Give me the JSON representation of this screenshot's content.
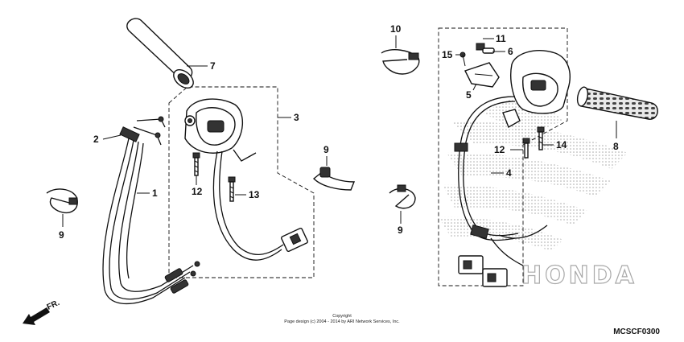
{
  "callouts": {
    "c1": "1",
    "c2": "2",
    "c3": "3",
    "c4": "4",
    "c5": "5",
    "c6": "6",
    "c7": "7",
    "c8": "8",
    "c9a": "9",
    "c9b": "9",
    "c9c": "9",
    "c10": "10",
    "c11": "11",
    "c12a": "12",
    "c12b": "12",
    "c13": "13",
    "c14": "14",
    "c15": "15"
  },
  "footer": {
    "copyright_line1": "Copyright",
    "copyright_line2": "Page design (c) 2004 - 2014 by ARI Network Services, Inc.",
    "diagram_code": "MCSCF0300",
    "direction_label": "FR."
  },
  "watermark": {
    "brand": "HONDA"
  }
}
